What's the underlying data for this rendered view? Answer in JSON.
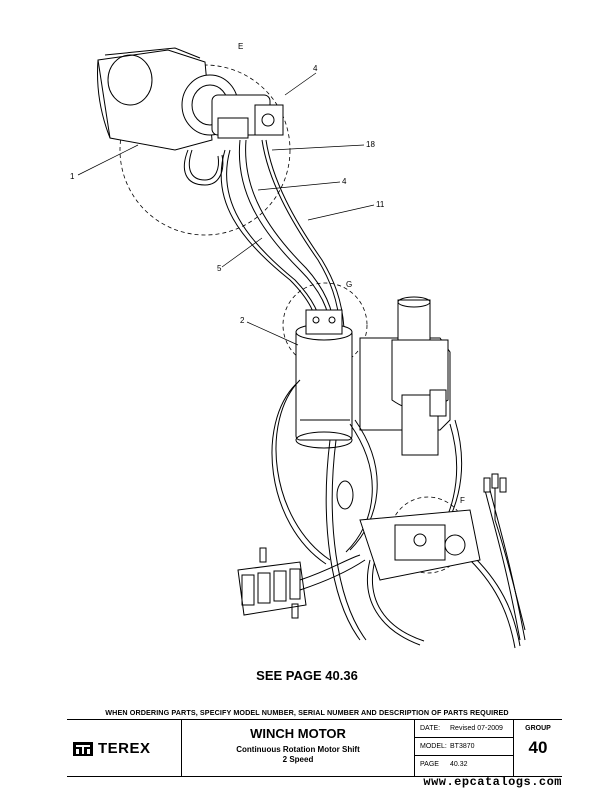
{
  "callouts": {
    "e": "E",
    "g": "G",
    "f": "F",
    "n4a": "4",
    "n18": "18",
    "n1": "1",
    "n4b": "4",
    "n11": "11",
    "n5": "5",
    "n2": "2"
  },
  "see_page": "SEE PAGE 40.36",
  "order_note": "WHEN ORDERING PARTS, SPECIFY MODEL NUMBER, SERIAL NUMBER AND DESCRIPTION OF PARTS REQUIRED",
  "title_block": {
    "logo_text": "TEREX",
    "title": "WINCH MOTOR",
    "subtitle_line1": "Continuous Rotation Motor Shift",
    "subtitle_line2": "2 Speed",
    "date_label": "DATE:",
    "date_value": "Revised 07-2009",
    "model_label": "MODEL:",
    "model_value": "BT3870",
    "page_label": "PAGE",
    "page_value": "40.32",
    "group_label": "GROUP",
    "group_value": "40"
  },
  "watermark": "www.epcatalogs.com"
}
